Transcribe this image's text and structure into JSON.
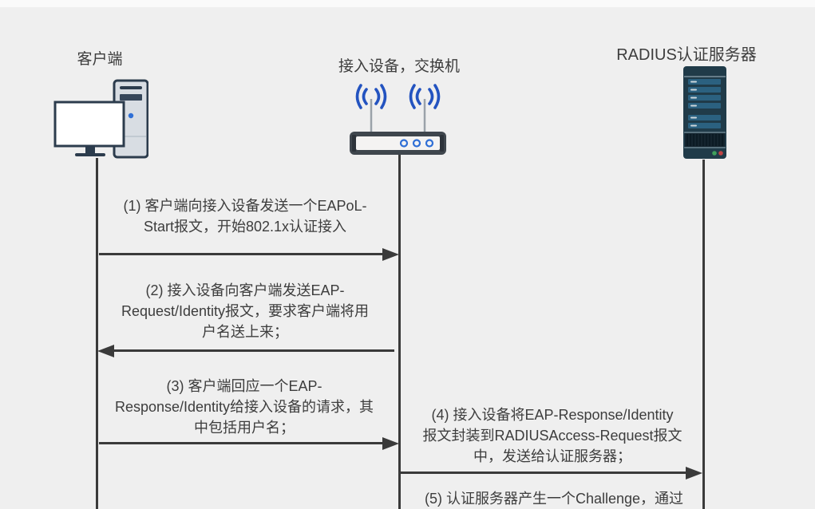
{
  "colors": {
    "bg": "#efefef",
    "line": "#3a3a3a",
    "text": "#3d3d3d",
    "navy": "#2c3c4d",
    "machine-fill": "#d8dde3",
    "accent-blue": "#2f6fd6",
    "wifi-blue": "#2353c0",
    "switch-body": "#3f464d",
    "server-body": "#203b49",
    "server-bar": "#2b6180",
    "led-green": "#3fa05c",
    "led-red": "#c04444"
  },
  "entities": [
    {
      "label": "客户端",
      "icon": "desktop-computer-icon"
    },
    {
      "label": "接入设备，交换机",
      "icon": "wireless-access-point-icon"
    },
    {
      "label": "RADIUS认证服务器",
      "icon": "server-icon"
    }
  ],
  "messages": [
    {
      "direction": "right",
      "between": [
        "客户端",
        "接入设备"
      ],
      "lines": [
        "(1) 客户端向接入设备发送一个EAPoL-",
        "Start报文，开始802.1x认证接入"
      ]
    },
    {
      "direction": "left",
      "between": [
        "接入设备",
        "客户端"
      ],
      "lines": [
        "(2) 接入设备向客户端发送EAP-",
        "Request/Identity报文，要求客户端将用",
        "户名送上来；"
      ]
    },
    {
      "direction": "right",
      "between": [
        "客户端",
        "接入设备"
      ],
      "lines": [
        "(3) 客户端回应一个EAP-",
        "Response/Identity给接入设备的请求，其",
        "中包括用户名；"
      ]
    },
    {
      "direction": "right",
      "between": [
        "接入设备",
        "RADIUS认证服务器"
      ],
      "lines": [
        "(4)  接入设备将EAP-Response/Identity",
        "报文封装到RADIUSAccess-Request报文",
        "中，发送给认证服务器；"
      ]
    },
    {
      "direction": "none",
      "between": [
        "RADIUS认证服务器",
        "接入设备"
      ],
      "lines": [
        "(5)  认证服务器产生一个Challenge，通过"
      ]
    }
  ]
}
